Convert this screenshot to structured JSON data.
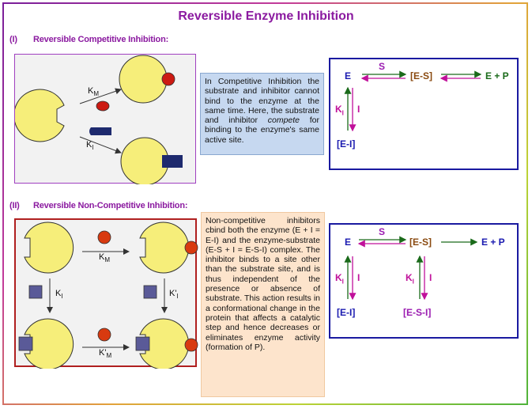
{
  "title": "Reversible Enzyme Inhibition",
  "sections": {
    "competitive": {
      "number": "(I)",
      "heading": "Reversible Competitive Inhibition:",
      "text_parts": [
        "In Competitive Inhibition the substrate and inhibitor cannot bind to the enzyme at the same time. Here, the substrate and inhibitor ",
        "compete",
        " for binding to the enzyme's same active site."
      ],
      "diagram_labels": {
        "km": "K",
        "km_sub": "M",
        "ki": "K",
        "ki_sub": "I"
      },
      "scheme": {
        "e": "E",
        "s": "S",
        "es": "[E-S]",
        "ep": "E + P",
        "ki": "K",
        "ki_sub": "I",
        "i": "I",
        "ei": "[E-I]"
      }
    },
    "noncompetitive": {
      "number": "(II)",
      "heading": "Reversible Non-Competitive Inhibition:",
      "text": "Non-competitive inhibitors cbind both the enzyme (E + I = E-I) and the enzyme-substrate (E-S + I = E-S-I) complex. The inhibitor binds to a site other than the substrate site, and is thus independent of the presence or absence of substrate. This action results in a conformational change in the protein that affects a catalytic step and hence decreases or eliminates enzyme activity (formation of P).",
      "diagram_labels": {
        "km": "K",
        "km_sub": "M",
        "ki": "K",
        "ki_sub": "I",
        "kpi": "K'",
        "kpi_sub": "I",
        "kpm": "K'",
        "kpm_sub": "M"
      },
      "scheme": {
        "e": "E",
        "s": "S",
        "es": "[E-S]",
        "ep": "E + P",
        "ki": "K",
        "ki_sub": "I",
        "i": "I",
        "ei": "[E-I]",
        "kpi": "K",
        "kpi_sub": "I",
        "i2": "I",
        "esi": "[E-S-I]"
      }
    }
  },
  "colors": {
    "title": "#8b1aa0",
    "enzyme": "#f6ee7a",
    "substrate": "#cc1a12",
    "inhibitor": "#1e2a6e",
    "scheme_border": "#1a1aa0",
    "box1_fill": "#c6d8f0",
    "box2_fill": "#fde4cc"
  }
}
